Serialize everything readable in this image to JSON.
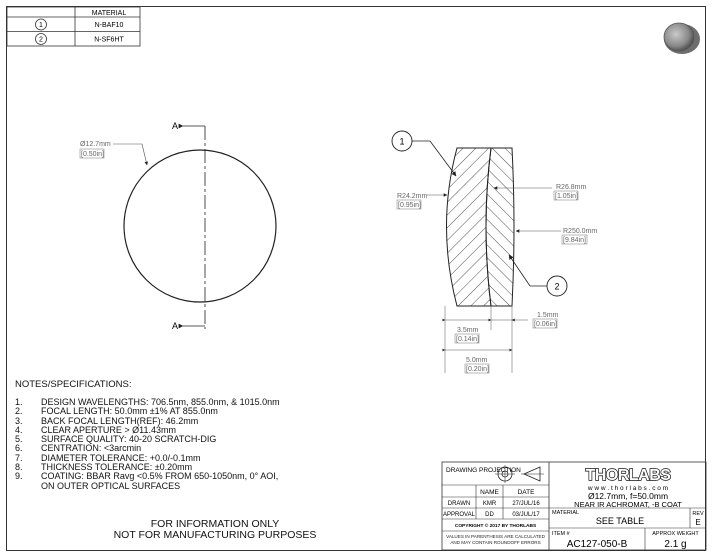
{
  "material_table": {
    "header": "MATERIAL",
    "rows": [
      {
        "index": "1",
        "material": "N-BAF10"
      },
      {
        "index": "2",
        "material": "N-SF6HT"
      }
    ]
  },
  "front_view": {
    "section_label_top": "A",
    "section_label_bottom": "A",
    "diameter_mm": "Ø12.7mm",
    "diameter_in": "[0.50in]"
  },
  "section_view": {
    "callout_1": "1",
    "callout_2": "2",
    "r1_mm": "R24.2mm",
    "r1_in": "[0.95in]",
    "r2_mm": "R26.8mm",
    "r2_in": "[1.05in]",
    "r3_mm": "R250.0mm",
    "r3_in": "[9.84in]",
    "t2_mm": "1.5mm",
    "t2_in": "[0.06in]",
    "t1_mm": "3.5mm",
    "t1_in": "[0.14in]",
    "t_total_mm": "5.0mm",
    "t_total_in": "[0.20in]"
  },
  "notes": {
    "title": "NOTES/SPECIFICATIONS:",
    "items": [
      {
        "num": "1.",
        "text": "DESIGN WAVELENGTHS: 706.5nm, 855.0nm, & 1015.0nm"
      },
      {
        "num": "2.",
        "text": "FOCAL LENGTH: 50.0mm ±1% AT 855.0nm"
      },
      {
        "num": "3.",
        "text": "BACK FOCAL LENGTH(REF): 46.2mm"
      },
      {
        "num": "4.",
        "text": "CLEAR APERTURE > Ø11.43mm"
      },
      {
        "num": "5.",
        "text": "SURFACE QUALITY: 40-20 SCRATCH-DIG"
      },
      {
        "num": "6.",
        "text": "CENTRATION: <3arcmin"
      },
      {
        "num": "7.",
        "text": "DIAMETER TOLERANCE: +0.0/-0.1mm"
      },
      {
        "num": "8.",
        "text": "THICKNESS TOLERANCE: ±0.20mm"
      },
      {
        "num": "9.",
        "text": "COATING: BBAR Ravg <0.5% FROM 650-1050nm, 0° AOI,"
      },
      {
        "num": "",
        "text": "ON OUTER OPTICAL SURFACES"
      }
    ]
  },
  "disclaimer": {
    "line1": "FOR INFORMATION ONLY",
    "line2": "NOT FOR MANUFACTURING PURPOSES"
  },
  "title_block": {
    "drawing_projection": "DRAWING PROJECTION",
    "name_header": "NAME",
    "date_header": "DATE",
    "drawn_label": "DRAWN",
    "drawn_name": "KMR",
    "drawn_date": "27/JUL/16",
    "approval_label": "APPROVAL",
    "approval_name": "DD",
    "approval_date": "03/JUL/17",
    "copyright": "COPYRIGHT © 2017 BY THORLABS",
    "values_note": "VALUES IN PARENTHESIS ARE CALCULATED AND MAY CONTAIN ROUNDOFF ERRORS",
    "logo": "THORLABS",
    "website": "w w w . t h o r l a b s . c o m",
    "desc_line1": "Ø12.7mm, f=50.0mm",
    "desc_line2": "NEAR IR ACHROMAT, -B COAT",
    "material_label": "MATERIAL",
    "material_value": "SEE TABLE",
    "rev_label": "REV",
    "rev_value": "E",
    "item_label": "ITEM #",
    "item_value": "AC127-050-B",
    "weight_label": "APPROX WEIGHT",
    "weight_value": "2.1 g"
  }
}
